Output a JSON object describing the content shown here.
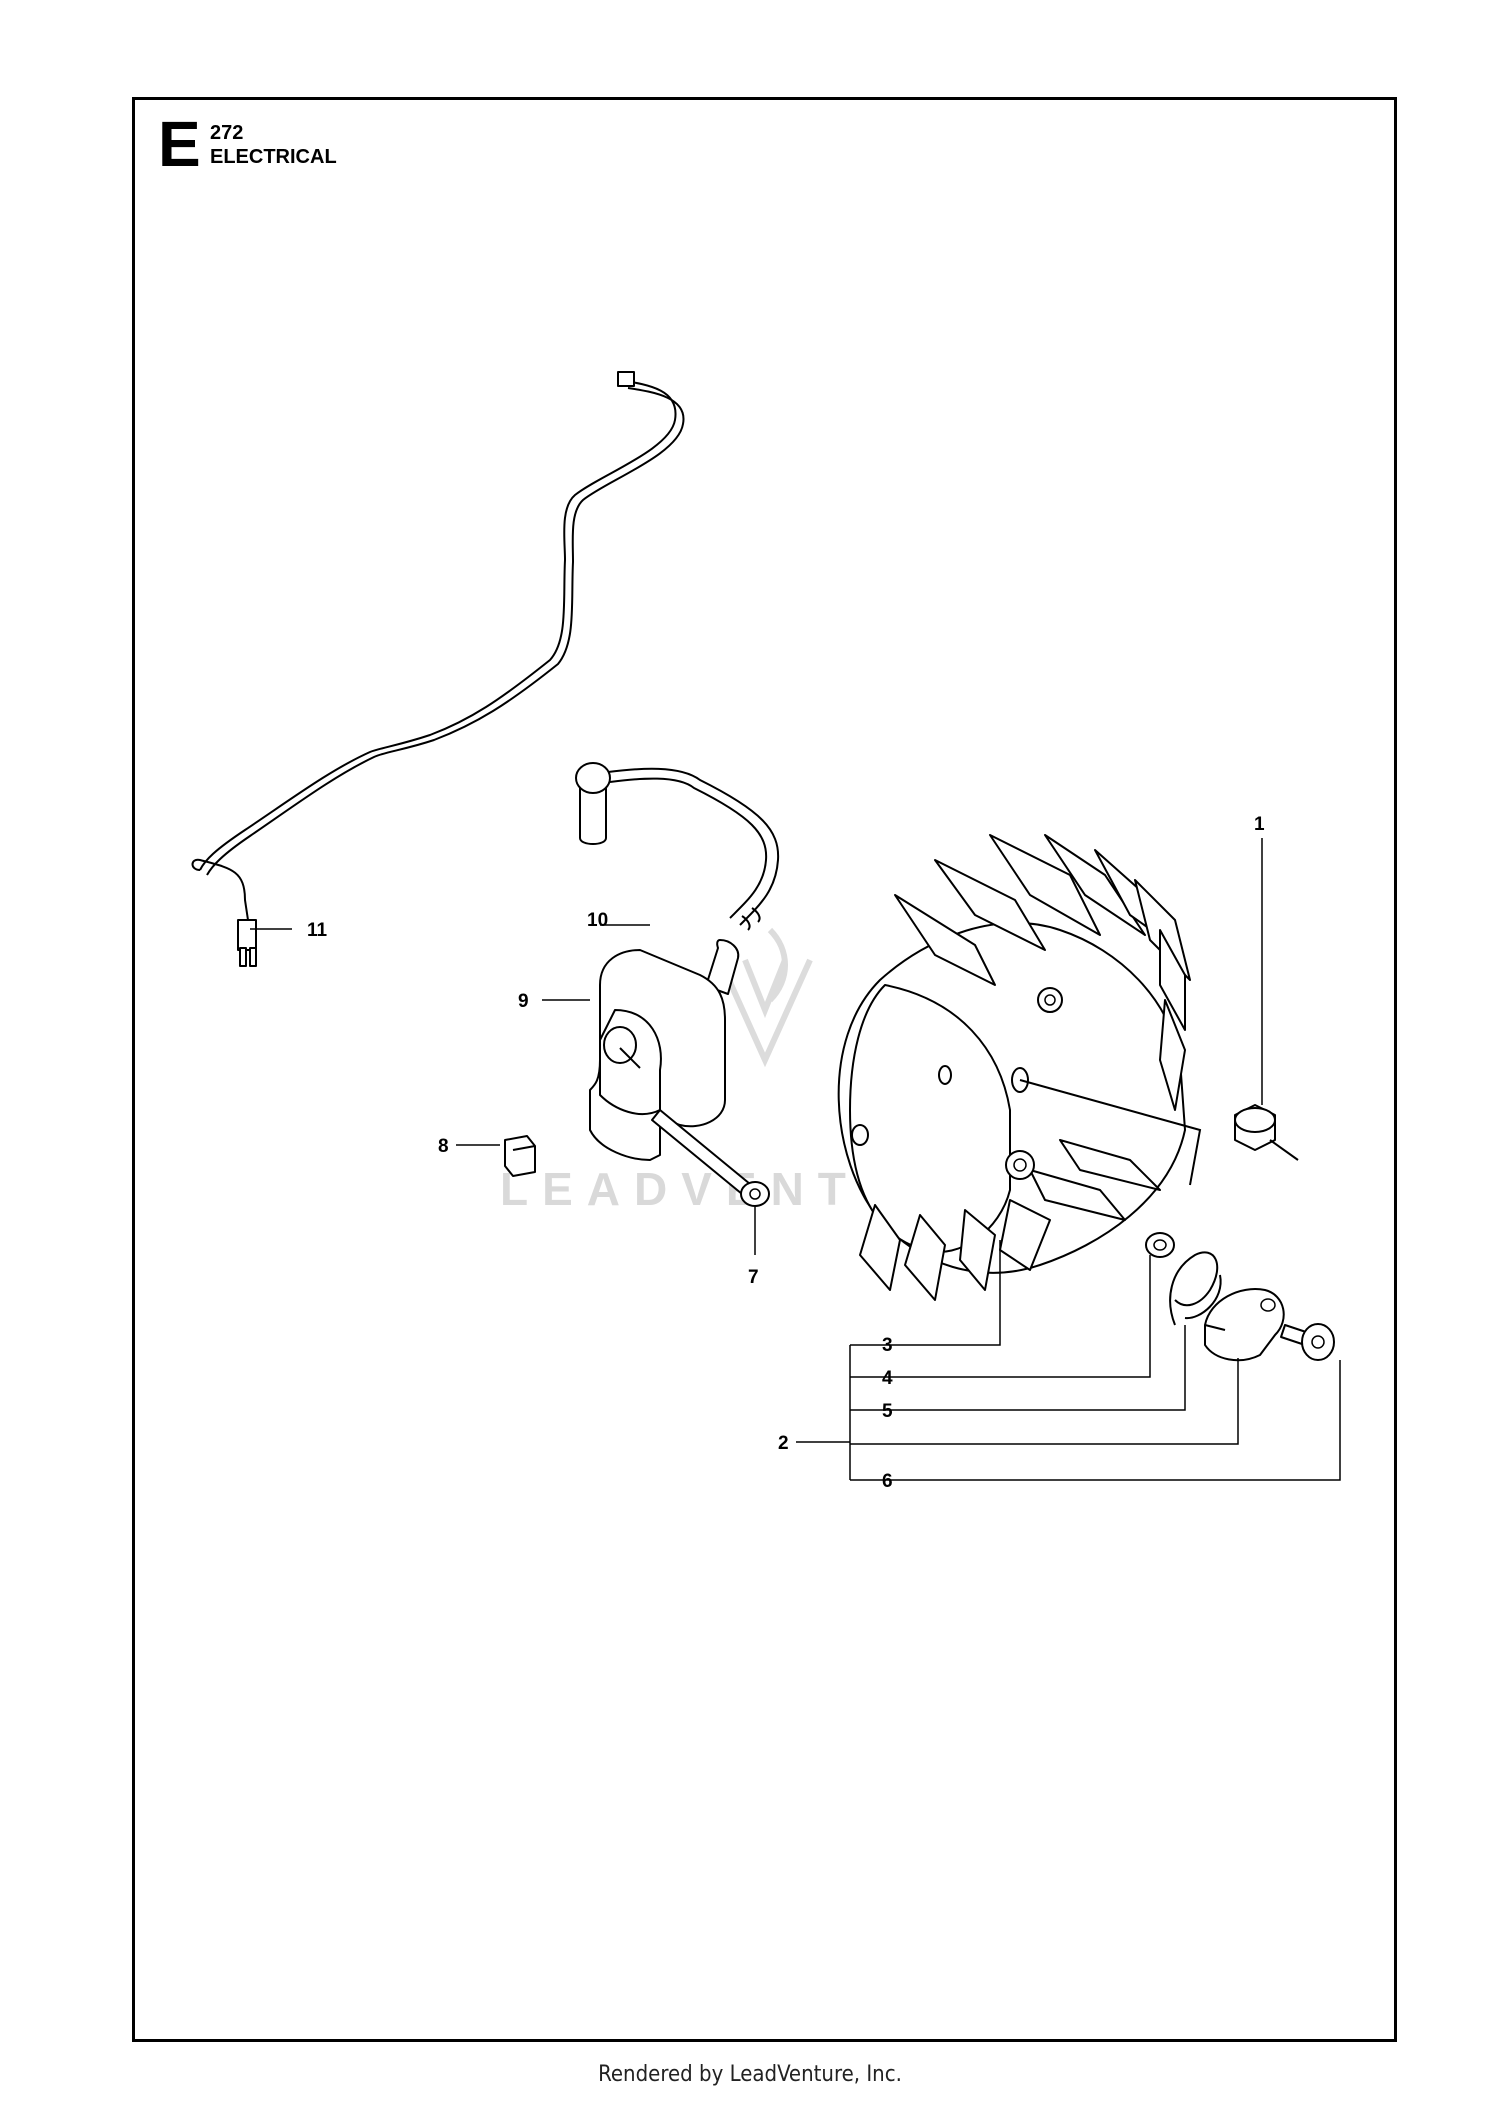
{
  "header": {
    "section_letter": "E",
    "model": "272",
    "title": "ELECTRICAL"
  },
  "watermark": "LEADVENTURE",
  "callouts": [
    "1",
    "2",
    "3",
    "4",
    "5",
    "6",
    "7",
    "8",
    "9",
    "10",
    "11"
  ],
  "footer": "Rendered by LeadVenture, Inc."
}
